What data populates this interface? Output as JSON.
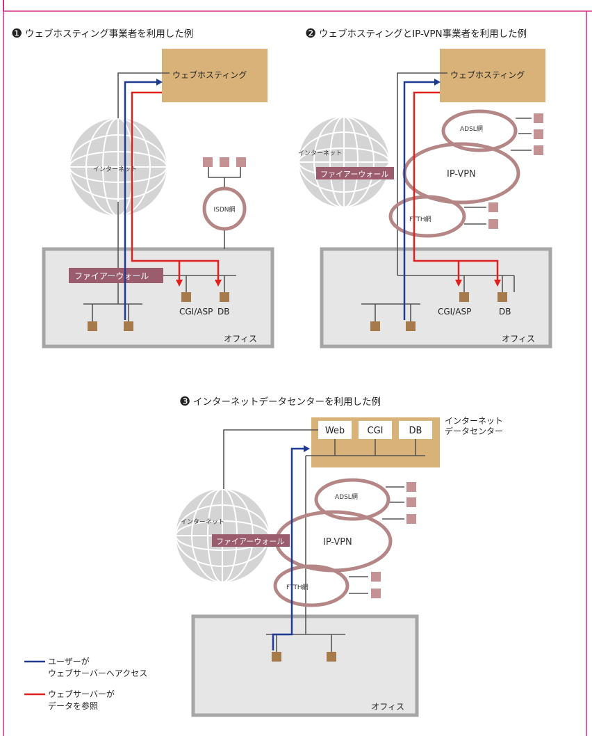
{
  "colors": {
    "frame": "#d42a8a",
    "globe_fill": "#d4d4d4",
    "globe_lines": "#ffffff",
    "hosting_fill": "#d9b27a",
    "office_fill": "#e6e6e6",
    "office_border": "#a6a6a6",
    "ring": "#b58686",
    "terminal_pink": "#c59294",
    "terminal_brown": "#a67a4a",
    "firewall": "#9b5c6e",
    "blue": "#1f3a93",
    "red": "#e0201e",
    "line": "#555555"
  },
  "diagram1": {
    "num": "❶",
    "title": "ウェブホスティング事業者を利用した例",
    "hosting": "ウェブホスティング",
    "internet": "インターネット",
    "isdn": "ISDN網",
    "firewall": "ファイアーウォール",
    "cgi": "CGI/ASP",
    "db": "DB",
    "office": "オフィス"
  },
  "diagram2": {
    "num": "❷",
    "title": "ウェブホスティングとIP-VPN事業者を利用した例",
    "hosting": "ウェブホスティング",
    "internet": "インターネット",
    "firewall": "ファイアーウォール",
    "adsl": "ADSL網",
    "ipvpn": "IP-VPN",
    "ftth": "FTTH網",
    "cgi": "CGI/ASP",
    "db": "DB",
    "office": "オフィス"
  },
  "diagram3": {
    "num": "❸",
    "title": "インターネットデータセンターを利用した例",
    "web": "Web",
    "cgi": "CGI",
    "db": "DB",
    "dc_line1": "インターネット",
    "dc_line2": "データセンター",
    "internet": "インターネット",
    "firewall": "ファイアーウォール",
    "adsl": "ADSL網",
    "ipvpn": "IP-VPN",
    "ftth": "FTTH網",
    "office": "オフィス"
  },
  "legend": {
    "blue_line1": "ユーザーが",
    "blue_line2": "ウェブサーバーへアクセス",
    "red_line1": "ウェブサーバーが",
    "red_line2": "データを参照"
  }
}
